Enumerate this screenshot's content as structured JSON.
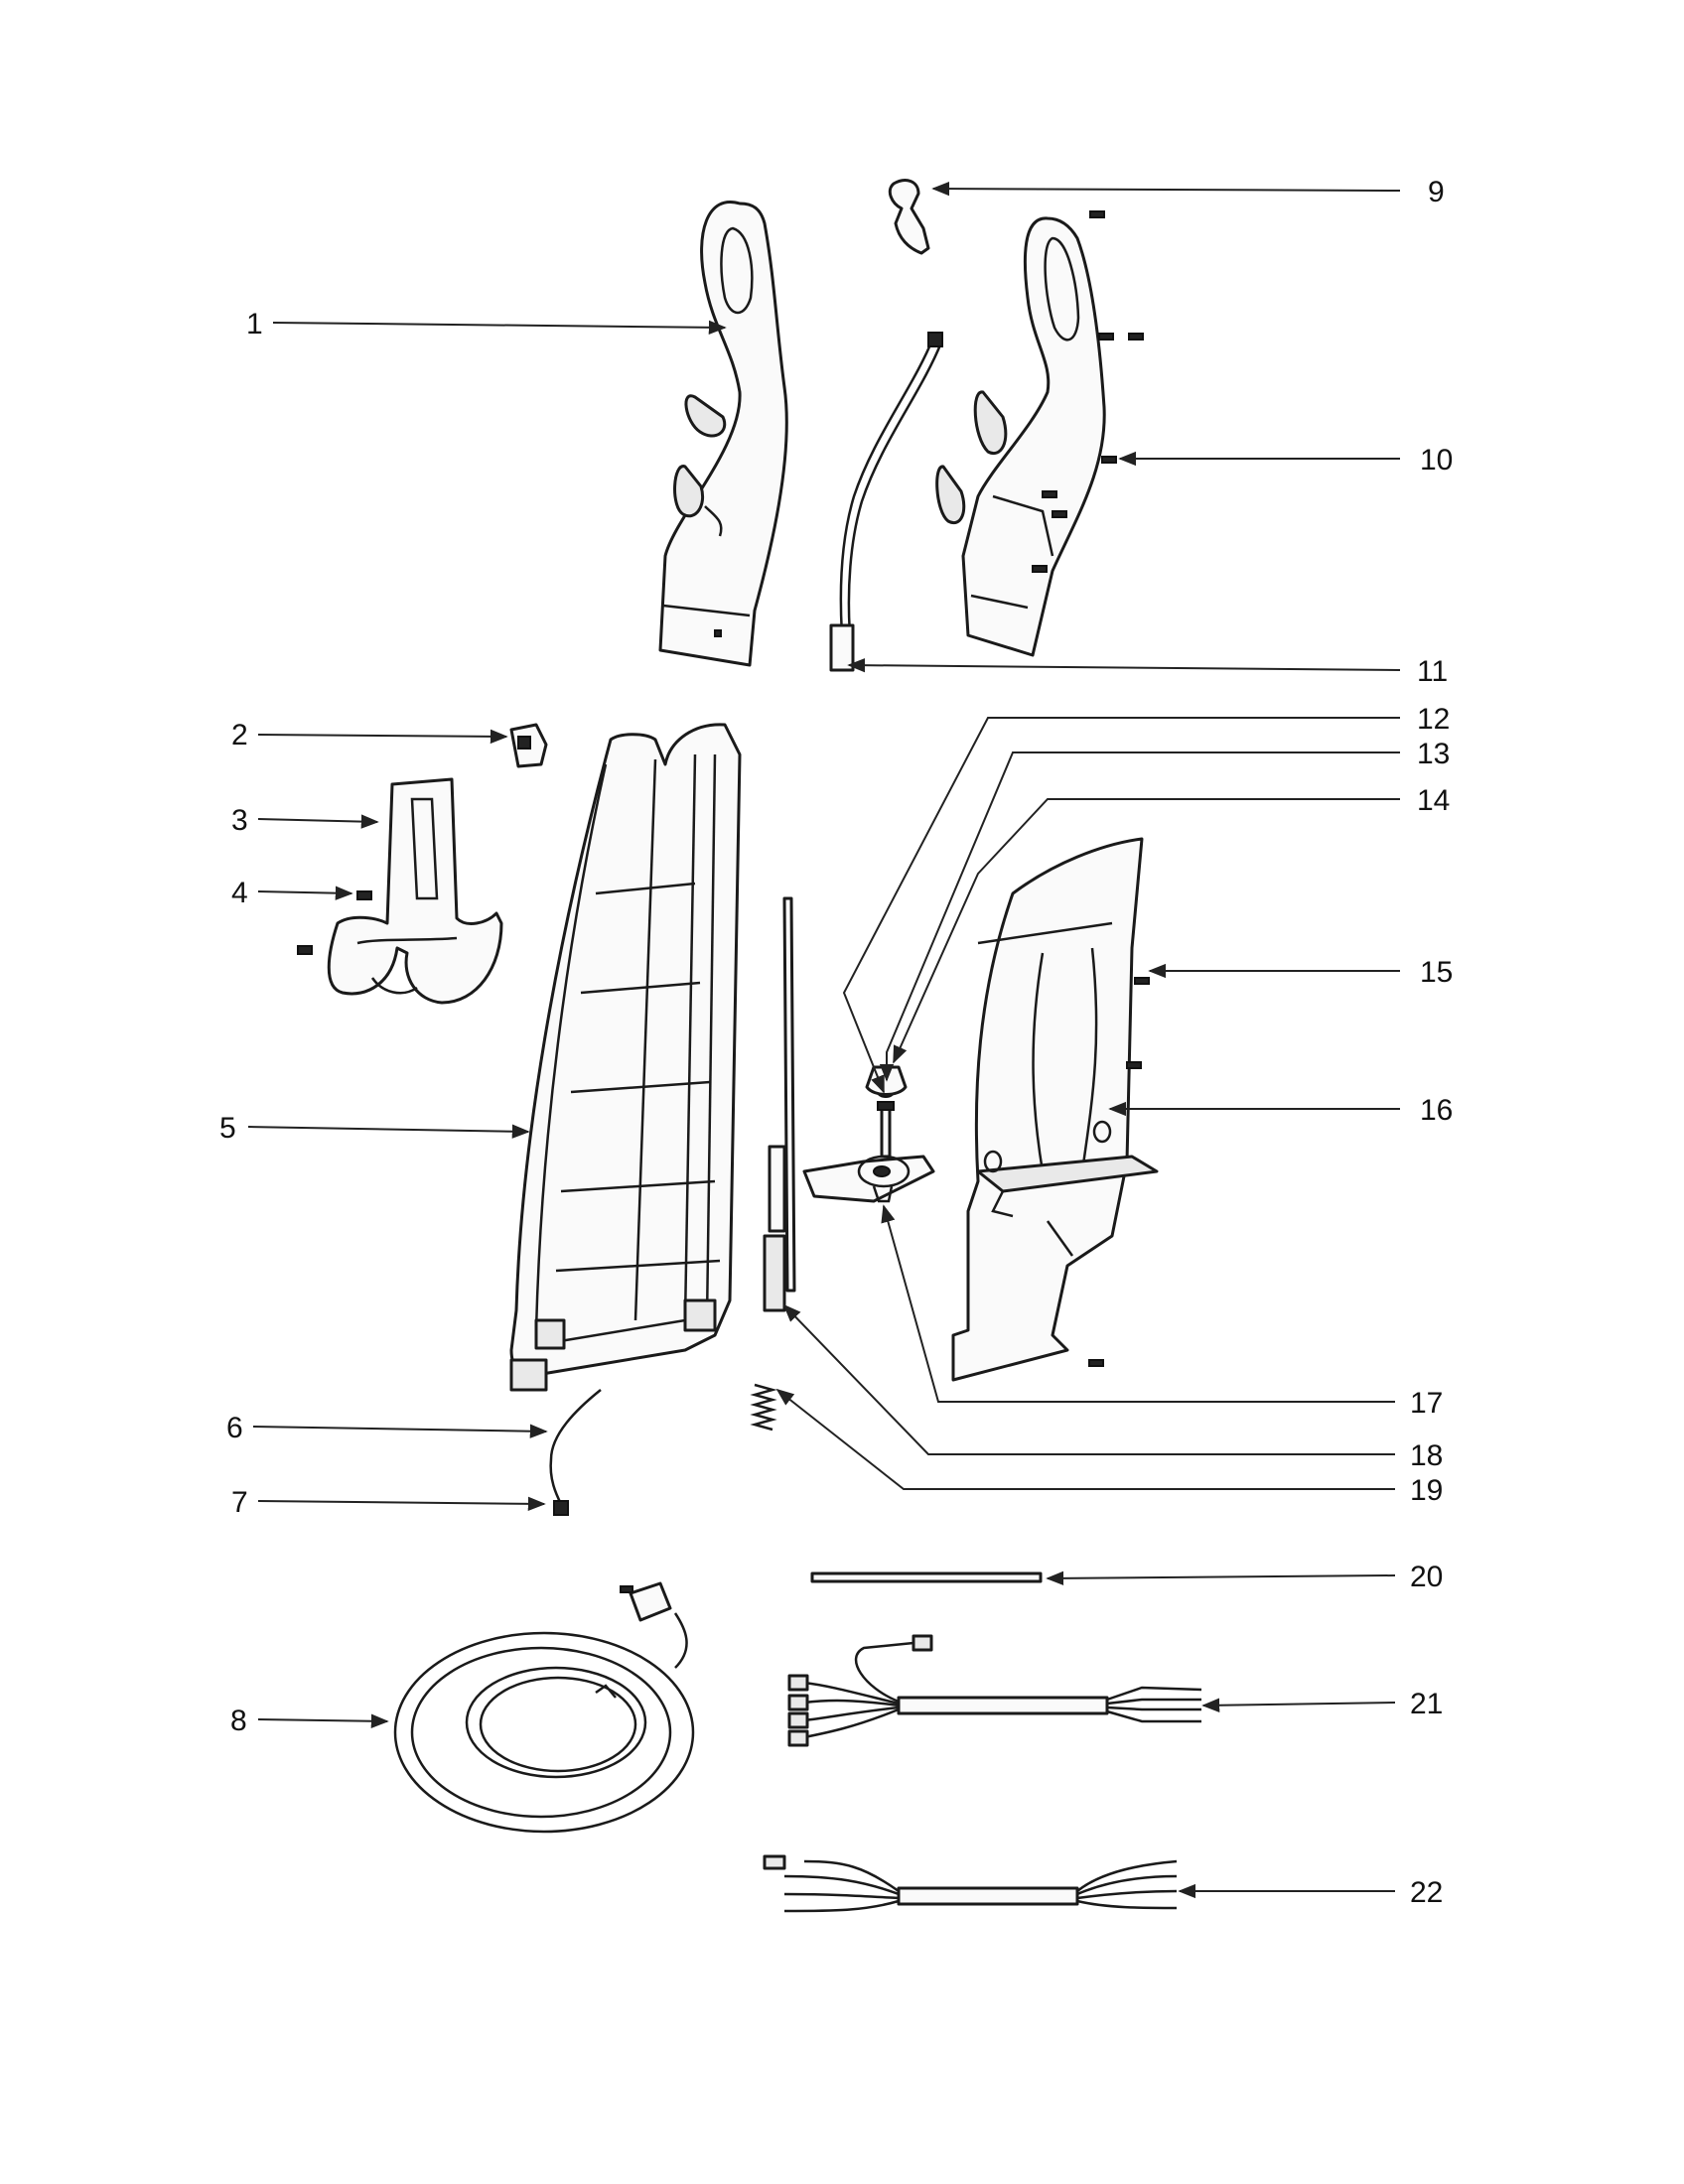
{
  "callouts": [
    {
      "num": "1"
    },
    {
      "num": "2"
    },
    {
      "num": "3"
    },
    {
      "num": "4"
    },
    {
      "num": "5"
    },
    {
      "num": "6"
    },
    {
      "num": "7"
    },
    {
      "num": "8"
    },
    {
      "num": "9"
    },
    {
      "num": "10"
    },
    {
      "num": "11"
    },
    {
      "num": "12"
    },
    {
      "num": "13"
    },
    {
      "num": "14"
    },
    {
      "num": "15"
    },
    {
      "num": "16"
    },
    {
      "num": "17"
    },
    {
      "num": "18"
    },
    {
      "num": "19"
    },
    {
      "num": "20"
    },
    {
      "num": "21"
    },
    {
      "num": "22"
    }
  ],
  "colors": {
    "line": "#1a1a1a",
    "background": "#ffffff"
  }
}
